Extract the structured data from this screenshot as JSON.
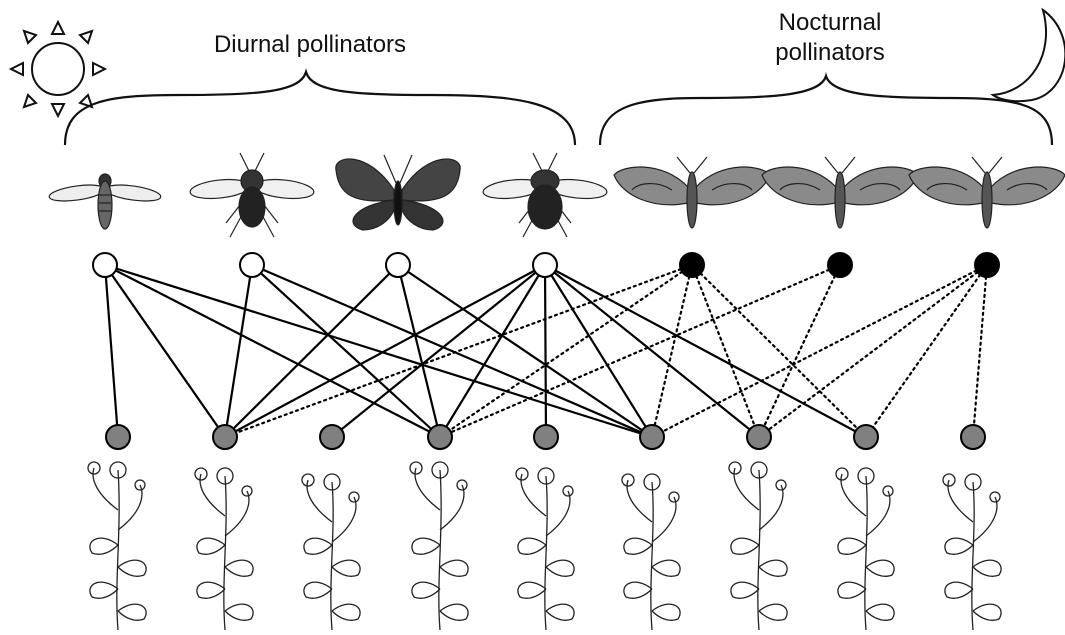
{
  "labels": {
    "diurnal": "Diurnal pollinators",
    "nocturnal": "Nocturnal pollinators"
  },
  "icons": {
    "day": "sun-icon",
    "night": "moon-icon"
  },
  "colors": {
    "diurnal_node": "#ffffff",
    "nocturnal_node": "#000000",
    "plant_node": "#808080",
    "edge": "#000000"
  },
  "pollinators": [
    {
      "id": "hoverfly",
      "group": "diurnal",
      "kind": "hoverfly"
    },
    {
      "id": "honeybee",
      "group": "diurnal",
      "kind": "bee"
    },
    {
      "id": "tortoiseshell-butterfly",
      "group": "diurnal",
      "kind": "butterfly"
    },
    {
      "id": "bumblebee",
      "group": "diurnal",
      "kind": "bumblebee"
    },
    {
      "id": "moth-1",
      "group": "nocturnal",
      "kind": "moth"
    },
    {
      "id": "moth-2",
      "group": "nocturnal",
      "kind": "moth"
    },
    {
      "id": "moth-3",
      "group": "nocturnal",
      "kind": "moth"
    }
  ],
  "plants": [
    {
      "id": "buttercup"
    },
    {
      "id": "yarrow"
    },
    {
      "id": "clover"
    },
    {
      "id": "bramble"
    },
    {
      "id": "vetch"
    },
    {
      "id": "thistle"
    },
    {
      "id": "campion"
    },
    {
      "id": "honeysuckle"
    },
    {
      "id": "orchid"
    }
  ],
  "links": [
    {
      "from": 0,
      "to": 0,
      "style": "solid"
    },
    {
      "from": 0,
      "to": 1,
      "style": "solid"
    },
    {
      "from": 0,
      "to": 3,
      "style": "solid"
    },
    {
      "from": 0,
      "to": 5,
      "style": "solid"
    },
    {
      "from": 1,
      "to": 1,
      "style": "solid"
    },
    {
      "from": 1,
      "to": 3,
      "style": "solid"
    },
    {
      "from": 1,
      "to": 5,
      "style": "solid"
    },
    {
      "from": 2,
      "to": 1,
      "style": "solid"
    },
    {
      "from": 2,
      "to": 3,
      "style": "solid"
    },
    {
      "from": 2,
      "to": 5,
      "style": "solid"
    },
    {
      "from": 3,
      "to": 1,
      "style": "solid"
    },
    {
      "from": 3,
      "to": 2,
      "style": "solid"
    },
    {
      "from": 3,
      "to": 3,
      "style": "solid"
    },
    {
      "from": 3,
      "to": 4,
      "style": "solid"
    },
    {
      "from": 3,
      "to": 5,
      "style": "solid"
    },
    {
      "from": 3,
      "to": 6,
      "style": "solid"
    },
    {
      "from": 3,
      "to": 7,
      "style": "solid"
    },
    {
      "from": 4,
      "to": 1,
      "style": "dotted"
    },
    {
      "from": 4,
      "to": 3,
      "style": "dotted"
    },
    {
      "from": 4,
      "to": 5,
      "style": "dotted"
    },
    {
      "from": 4,
      "to": 6,
      "style": "dotted"
    },
    {
      "from": 4,
      "to": 7,
      "style": "dotted"
    },
    {
      "from": 5,
      "to": 3,
      "style": "dotted"
    },
    {
      "from": 5,
      "to": 6,
      "style": "dotted"
    },
    {
      "from": 6,
      "to": 5,
      "style": "dotted"
    },
    {
      "from": 6,
      "to": 6,
      "style": "dotted"
    },
    {
      "from": 6,
      "to": 7,
      "style": "dotted"
    },
    {
      "from": 6,
      "to": 8,
      "style": "dotted"
    }
  ]
}
